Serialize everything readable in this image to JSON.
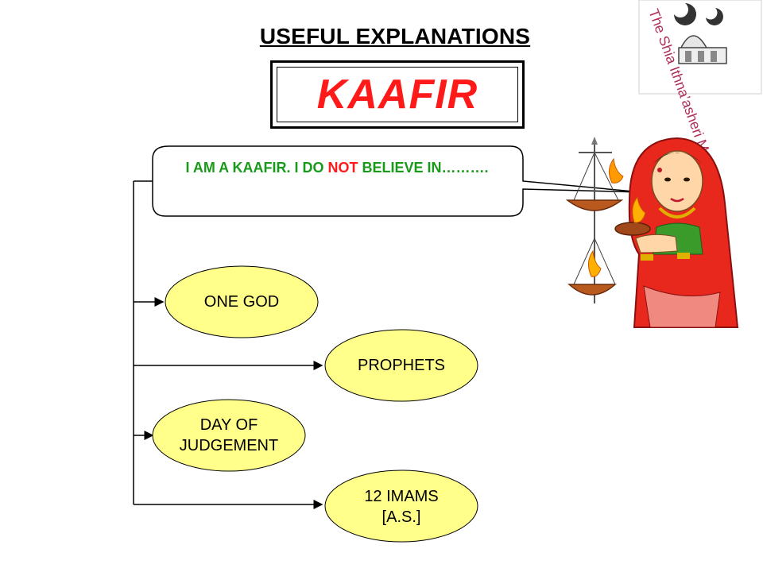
{
  "heading": "USEFUL EXPLANATIONS",
  "title": "KAAFIR",
  "speech": {
    "part1": "I AM A KAAFIR. I DO ",
    "negation": "NOT",
    "part2": " BELIEVE IN………."
  },
  "beliefs": [
    {
      "label": "ONE GOD"
    },
    {
      "label": "PROPHETS"
    },
    {
      "label": "DAY OF JUDGEMENT"
    },
    {
      "label": "12 IMAMS [A.S.]"
    }
  ],
  "logo": {
    "text": "The Shia Ithna’asheri Madressa"
  },
  "colors": {
    "title": "#ff1a1a",
    "speech": "#1a9a1a",
    "oval_fill": "#ffff8a"
  }
}
